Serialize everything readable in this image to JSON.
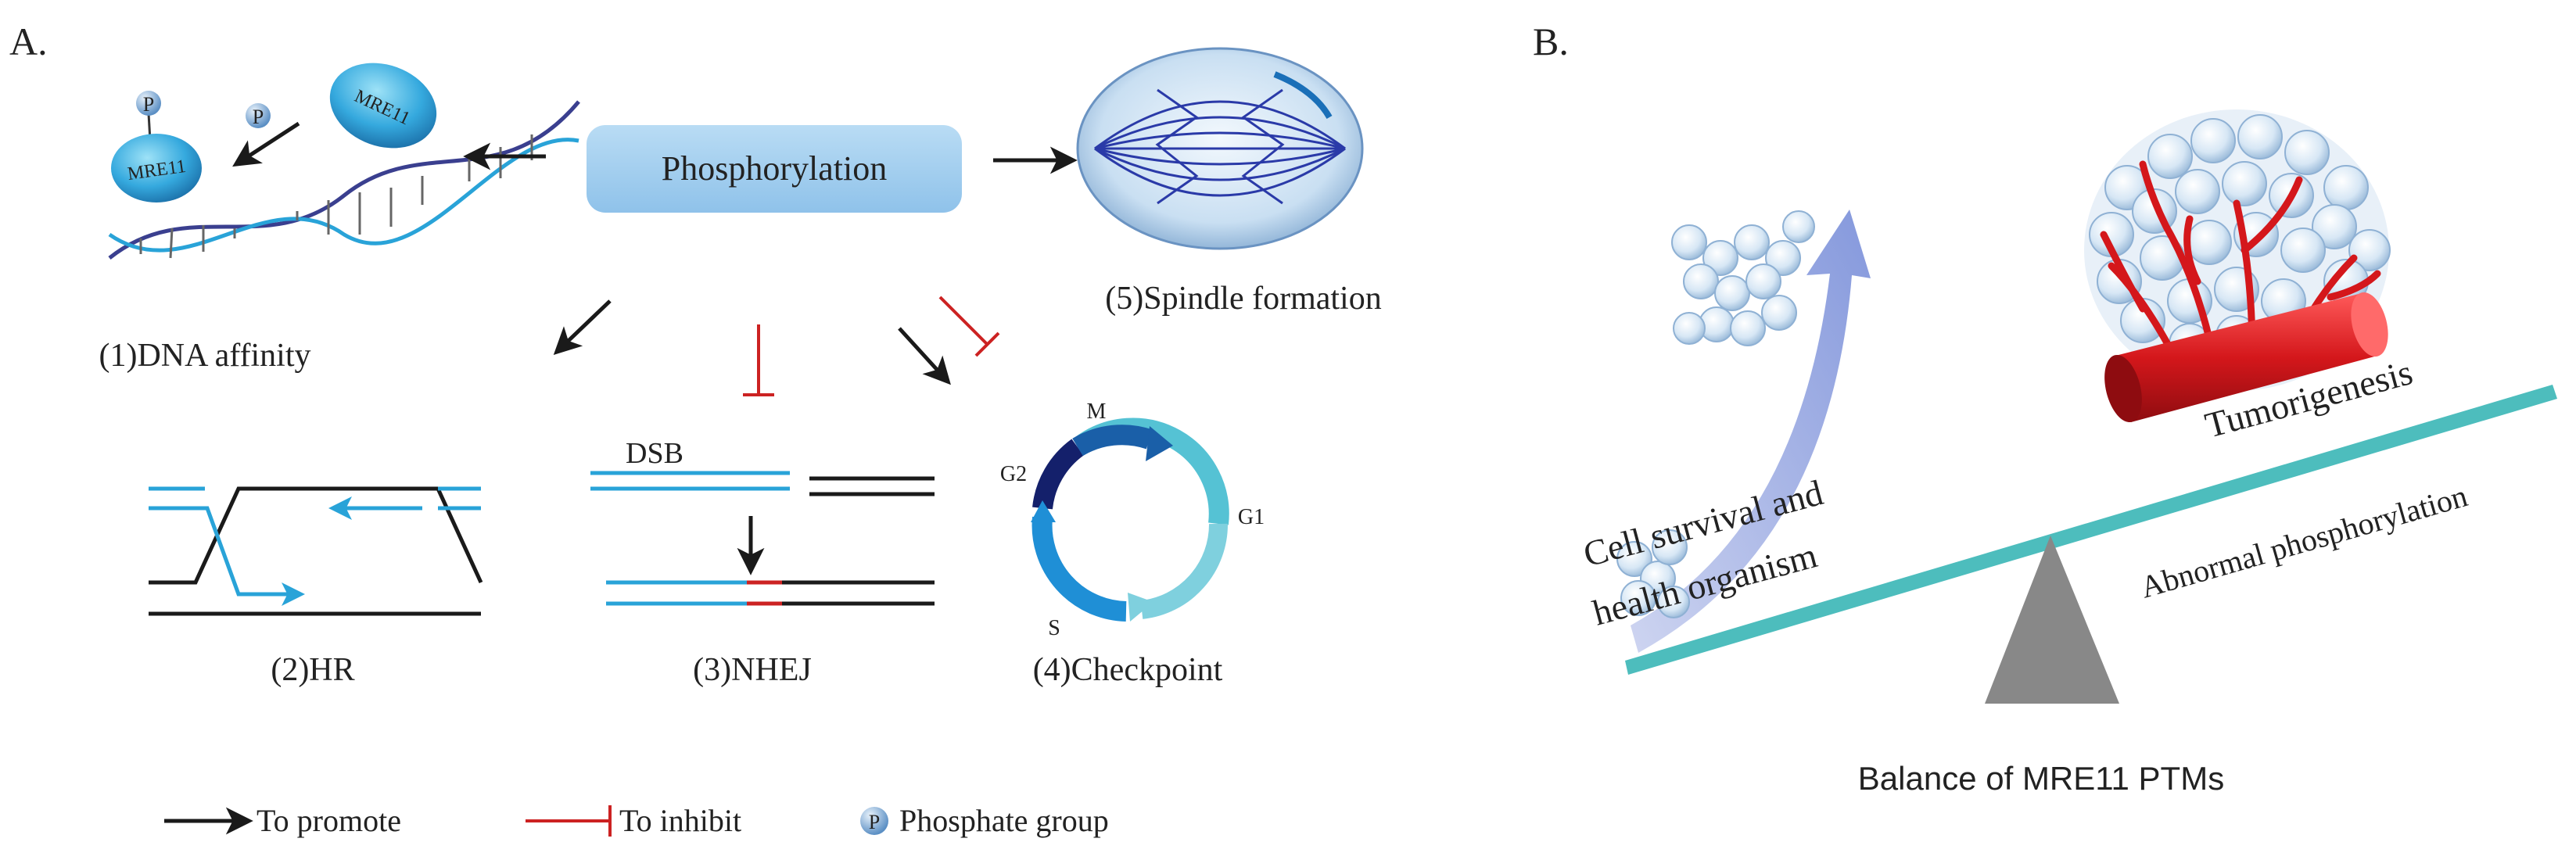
{
  "panel_a": {
    "label": "A.",
    "center": "Phosphorylation",
    "item1": "(1)DNA affinity",
    "item2": "(2)HR",
    "item3": "(3)NHEJ",
    "item4": "(4)Checkpoint",
    "item5": "(5)Spindle formation",
    "dsb": "DSB",
    "protein": "MRE11",
    "phospho_mark": "P",
    "cycle": {
      "m": "M",
      "g1": "G1",
      "s": "S",
      "g2": "G2"
    }
  },
  "panel_b": {
    "label": "B.",
    "left_line1": "Cell survival and",
    "left_line2": "health organism",
    "right": "Tumorigenesis",
    "beam": "Abnormal phosphorylation",
    "caption": "Balance of MRE11 PTMs"
  },
  "legend": {
    "promote": "To promote",
    "inhibit": "To inhibit",
    "phosphate": "Phosphate group"
  },
  "colors": {
    "promote_arrow": "#1a1a1a",
    "inhibit_bar": "#cc2222",
    "dna_strand": "#29a3d8",
    "beam": "#4dbdbd",
    "vessel": "#d4171b",
    "fulcrum": "#888888"
  }
}
